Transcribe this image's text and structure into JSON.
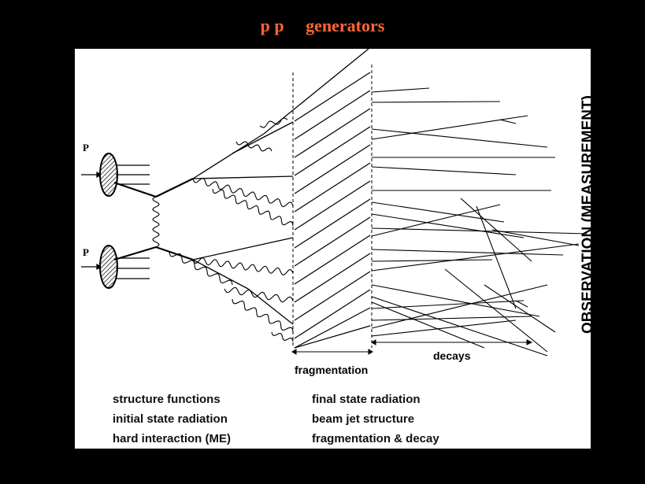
{
  "slide": {
    "title": "p p     generators",
    "title_color": "#ff6633",
    "background": "#000000",
    "panel_background": "#ffffff"
  },
  "diagram": {
    "proton_labels": [
      "P",
      "P"
    ],
    "stage_labels": {
      "fragmentation": "fragmentation",
      "decays": "decays"
    },
    "observation_label": "OBSERVATION  (MEASUREMENT)",
    "legend": {
      "left": [
        "structure functions",
        "initial state radiation",
        "hard interaction (ME)"
      ],
      "right": [
        "final state radiation",
        "beam jet structure",
        "fragmentation & decay"
      ]
    }
  }
}
